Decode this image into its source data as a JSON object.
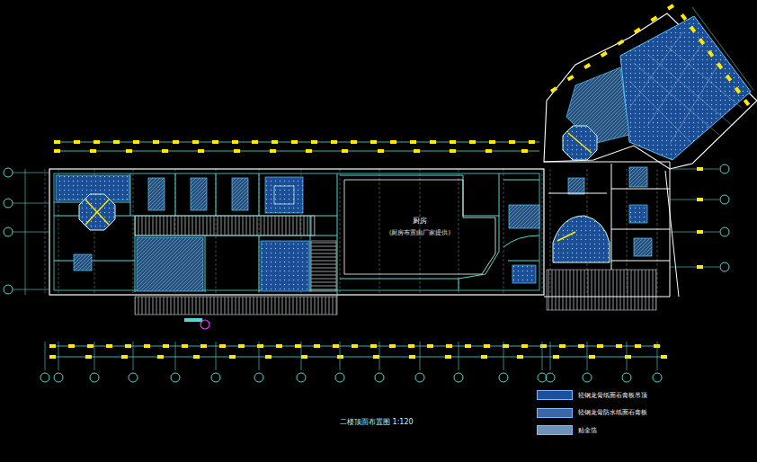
{
  "diagram": {
    "title": "二楼顶面布置图 1:120",
    "nodes": [
      {
        "text": [
          "厨房",
          "(厨房布置由厂家提供)"
        ]
      }
    ],
    "legend": [
      {
        "text": "轻钢龙骨纸面石膏板吊顶",
        "color": "#1c4f9e"
      },
      {
        "text": "轻钢龙骨防水纸面石膏板",
        "color": "#3a67a8"
      },
      {
        "text": "贴金箔",
        "color": "#6f93b8"
      }
    ]
  }
}
